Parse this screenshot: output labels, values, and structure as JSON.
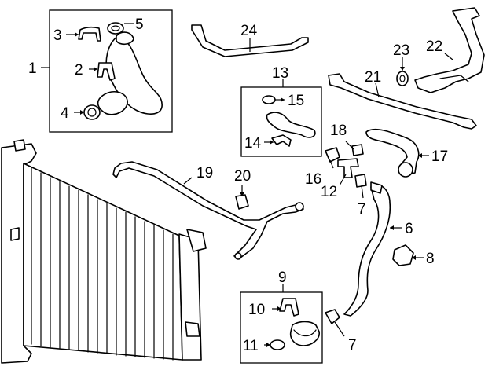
{
  "callouts": {
    "c1": "1",
    "c2": "2",
    "c3": "3",
    "c4": "4",
    "c5": "5",
    "c6": "6",
    "c7a": "7",
    "c7b": "7",
    "c8": "8",
    "c9": "9",
    "c10": "10",
    "c11": "11",
    "c12": "12",
    "c13": "13",
    "c14": "14",
    "c15": "15",
    "c16": "16",
    "c17": "17",
    "c18": "18",
    "c19": "19",
    "c20": "20",
    "c21": "21",
    "c22": "22",
    "c23": "23",
    "c24": "24"
  },
  "line_color": "#000000",
  "background_color": "#ffffff"
}
